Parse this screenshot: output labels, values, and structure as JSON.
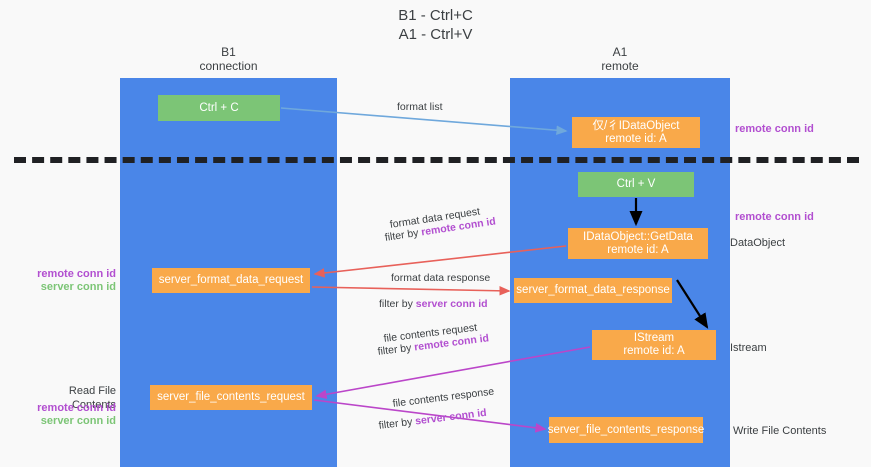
{
  "title": "B1 - Ctrl+C\nA1 - Ctrl+V",
  "title_line1": "B1 - Ctrl+C",
  "title_line2": "A1 - Ctrl+V",
  "colors": {
    "lane": "#4a86e8",
    "green_node": "#7cc576",
    "orange_node": "#f9a94a",
    "remote_conn_id": "#b24fd0",
    "server_conn_id": "#7cc576",
    "arrow_blue": "#6fa8dc",
    "arrow_red": "#e8615a",
    "arrow_magenta": "#c council",
    "arrow_black": "#000000",
    "divider": "#202124",
    "background": "#f9f9f9"
  },
  "lanes": [
    {
      "id": "left",
      "name": "B1",
      "sub": "connection"
    },
    {
      "id": "right",
      "name": "A1",
      "sub": "remote"
    }
  ],
  "nodes": [
    {
      "id": "ctrl-c",
      "kind": "green",
      "line1": "Ctrl + C",
      "line2": ""
    },
    {
      "id": "idataobject",
      "kind": "orange",
      "line1": "仅/彳IDataObject",
      "line2": "remote id: A"
    },
    {
      "id": "ctrl-v",
      "kind": "green",
      "line1": "Ctrl + V",
      "line2": ""
    },
    {
      "id": "getdata",
      "kind": "orange",
      "line1": "IDataObject::GetData",
      "line2": "remote id: A"
    },
    {
      "id": "sfd-request",
      "kind": "orange",
      "line1": "server_format_data_request",
      "line2": ""
    },
    {
      "id": "sfd-response",
      "kind": "orange",
      "line1": "server_format_data_response",
      "line2": ""
    },
    {
      "id": "istream",
      "kind": "orange",
      "line1": "IStream",
      "line2": "remote id: A"
    },
    {
      "id": "sfc-request",
      "kind": "orange",
      "line1": "server_file_contents_request",
      "line2": ""
    },
    {
      "id": "sfc-response",
      "kind": "orange",
      "line1": "server_file_contents_response",
      "line2": ""
    }
  ],
  "edge_labels": {
    "format_list": "format list",
    "format_data_request": "format data request",
    "format_data_response": "format data response",
    "file_contents_request": "file contents request",
    "file_contents_response": "file contents response",
    "filter_by": "filter by ",
    "remote_conn_id": "remote conn id",
    "server_conn_id": "server conn id"
  },
  "annotations": {
    "right_remote_1": "remote conn id",
    "right_remote_2": "remote conn id",
    "dataobject": "DataObject",
    "istream": "Istream",
    "write_file_contents": "Write File Contents",
    "left_remote": "remote conn id",
    "left_server": "server conn id",
    "read_file_contents": "Read File Contents",
    "left_remote_2": "remote conn id",
    "left_server_2": "server conn id"
  }
}
